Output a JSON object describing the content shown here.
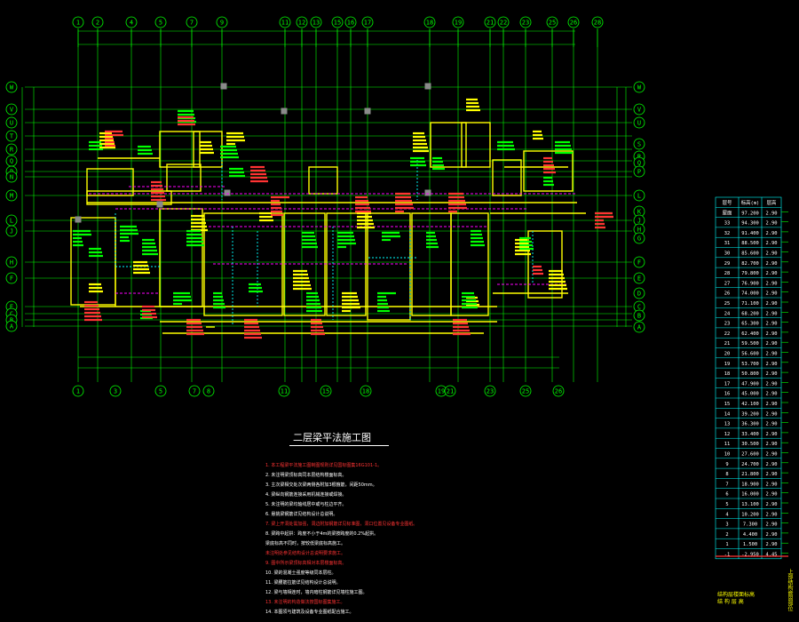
{
  "drawing": {
    "title": "二层梁平法施工图",
    "colors": {
      "grid": "#00ff00",
      "wall": "#ffff00",
      "beam": "#ff00ff",
      "hidden": "#00ffff",
      "text_red": "#ff3333",
      "text_white": "#ffffff",
      "background": "#000000"
    }
  },
  "axes": {
    "top": [
      "1",
      "2",
      "4",
      "5",
      "7",
      "9",
      "11",
      "12",
      "13",
      "15",
      "16",
      "17",
      "18",
      "19",
      "21",
      "22",
      "23",
      "25",
      "26",
      "28"
    ],
    "bottom": [
      "1",
      "3",
      "5",
      "7",
      "8",
      "11",
      "15",
      "18",
      "19",
      "21",
      "23",
      "25",
      "26"
    ],
    "left": [
      "W",
      "V",
      "U",
      "T",
      "R",
      "Q",
      "P",
      "N",
      "M",
      "L",
      "J",
      "H",
      "F",
      "E",
      "C",
      "B",
      "A"
    ],
    "right": [
      "W",
      "V",
      "U",
      "S",
      "R",
      "Q",
      "P",
      "L",
      "K",
      "J",
      "H",
      "G",
      "F",
      "E",
      "D",
      "C",
      "B",
      "A"
    ]
  },
  "notes": [
    {
      "text": "1. 本工程梁平法施工图制图规则详见国标图集16G101-1。",
      "red": true
    },
    {
      "text": "2. 未注明梁顶标高同本层结构楼面标高。",
      "red": false
    },
    {
      "text": "3. 主次梁相交处次梁两侧各附加3根箍筋，间距50mm。",
      "red": false
    },
    {
      "text": "4. 梁纵向钢筋连接采用机械连接或焊接。",
      "red": false
    },
    {
      "text": "5. 未注明的梁均轴线居中或与柱边平齐。",
      "red": false
    },
    {
      "text": "6. 悬挑梁钢筋详见结构设计总说明。",
      "red": false
    },
    {
      "text": "7. 梁上开洞处需加强，洞边附加钢筋详见标准图，洞口位置见设备专业图纸。",
      "red": true
    },
    {
      "text": "8. 梁跨中起拱：跨度不小于4m的梁按跨度的0.2%起拱。",
      "red": false
    },
    {
      "text": "   梁底标高不同时，按较低梁底标高施工。",
      "red": false
    },
    {
      "text": "   未注明处参见结构设计总说明要求施工。",
      "red": true
    },
    {
      "text": "9. 图中所示梁顶标高相对本层楼面标高。",
      "red": true
    },
    {
      "text": "10. 梁的混凝土强度等级同本层柱。",
      "red": false
    },
    {
      "text": "11. 梁腰筋拉筋详见结构设计总说明。",
      "red": false
    },
    {
      "text": "12. 梁与墙相连时，墙内暗柱钢筋详见墙柱施工图。",
      "red": false
    },
    {
      "text": "13. 未注明的构造做法按国标图集施工。",
      "red": true
    },
    {
      "text": "14. 本图须与建筑及设备专业图纸配合施工。",
      "red": false
    }
  ],
  "legend": {
    "headers": [
      "层号",
      "标高(m)",
      "层高"
    ],
    "rows": [
      [
        "屋面",
        "97.200",
        "2.90"
      ],
      [
        "33",
        "94.300",
        "2.90"
      ],
      [
        "32",
        "91.400",
        "2.90"
      ],
      [
        "31",
        "88.500",
        "2.90"
      ],
      [
        "30",
        "85.600",
        "2.90"
      ],
      [
        "29",
        "82.700",
        "2.90"
      ],
      [
        "28",
        "79.800",
        "2.90"
      ],
      [
        "27",
        "76.900",
        "2.90"
      ],
      [
        "26",
        "74.000",
        "2.90"
      ],
      [
        "25",
        "71.100",
        "2.90"
      ],
      [
        "24",
        "68.200",
        "2.90"
      ],
      [
        "23",
        "65.300",
        "2.90"
      ],
      [
        "22",
        "62.400",
        "2.90"
      ],
      [
        "21",
        "59.500",
        "2.90"
      ],
      [
        "20",
        "56.600",
        "2.90"
      ],
      [
        "19",
        "53.700",
        "2.90"
      ],
      [
        "18",
        "50.800",
        "2.90"
      ],
      [
        "17",
        "47.900",
        "2.90"
      ],
      [
        "16",
        "45.000",
        "2.90"
      ],
      [
        "15",
        "42.100",
        "2.90"
      ],
      [
        "14",
        "39.200",
        "2.90"
      ],
      [
        "13",
        "36.300",
        "2.90"
      ],
      [
        "12",
        "33.400",
        "2.90"
      ],
      [
        "11",
        "30.500",
        "2.90"
      ],
      [
        "10",
        "27.600",
        "2.90"
      ],
      [
        "9",
        "24.700",
        "2.90"
      ],
      [
        "8",
        "21.800",
        "2.90"
      ],
      [
        "7",
        "18.900",
        "2.90"
      ],
      [
        "6",
        "16.000",
        "2.90"
      ],
      [
        "5",
        "13.100",
        "2.90"
      ],
      [
        "4",
        "10.200",
        "2.90"
      ],
      [
        "3",
        "7.300",
        "2.90"
      ],
      [
        "2",
        "4.400",
        "2.90"
      ],
      [
        "1",
        "1.500",
        "2.90"
      ],
      [
        "-1",
        "-2.950",
        "4.45"
      ]
    ],
    "side_label": "结构层楼面标高",
    "caption": "结构层楼面标高\n结 构 层 高",
    "vertical_label": "上部结构嵌固部位"
  }
}
